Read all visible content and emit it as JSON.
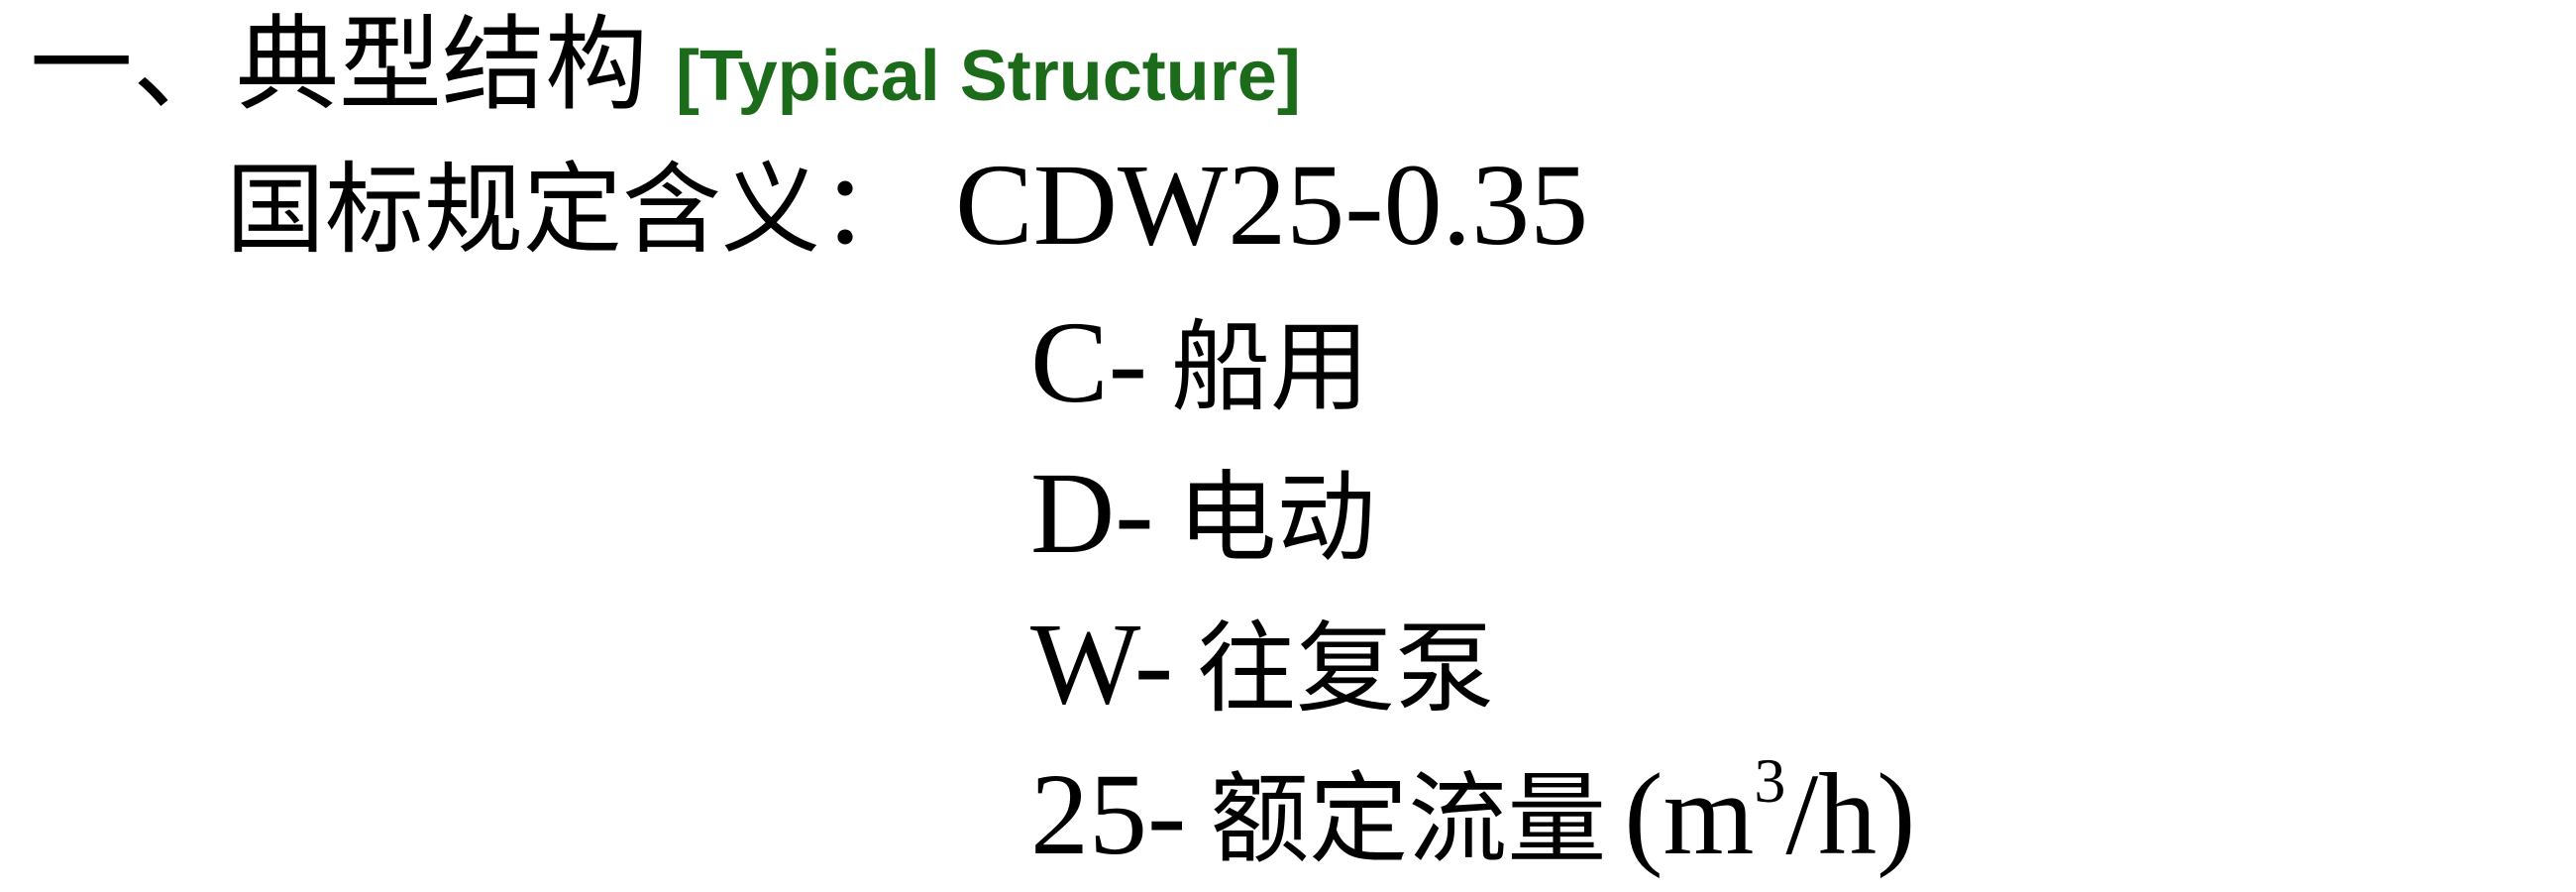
{
  "heading": {
    "chinese": "一、典型结构",
    "english": "[Typical Structure]",
    "english_color": "#1b6b1b"
  },
  "standard": {
    "label": "国标规定含义：",
    "model_code": "CDW25-0.35"
  },
  "definitions": [
    {
      "code": "C-",
      "meaning": "船用"
    },
    {
      "code": "D-",
      "meaning": "电动"
    },
    {
      "code": "W-",
      "meaning": "往复泵"
    },
    {
      "code": "25-",
      "meaning": "额定流量",
      "unit_prefix": "(m",
      "unit_sup": "3",
      "unit_suffix": "/h)"
    }
  ]
}
